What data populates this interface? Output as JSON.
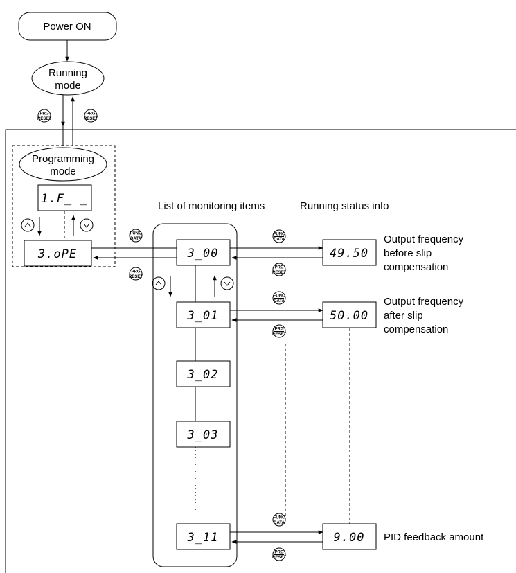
{
  "power_on": "Power ON",
  "running_mode": [
    "Running",
    "mode"
  ],
  "programming_mode": [
    "Programming",
    "mode"
  ],
  "list_title": "List of monitoring items",
  "status_title": "Running status info",
  "menu_displays": [
    "1.F_ _",
    "3.oPE"
  ],
  "monitor_items": [
    "3_00",
    "3_01",
    "3_02",
    "3_03",
    "3_11"
  ],
  "status_values": [
    "49.50",
    "50.00",
    "9.00"
  ],
  "status_descriptions": [
    [
      "Output frequency",
      "before slip",
      "compensation"
    ],
    [
      "Output frequency",
      "after slip",
      "compensation"
    ],
    [
      "PID feedback amount"
    ]
  ],
  "keys": {
    "prg": "PRG",
    "reset": "RESET",
    "func": "FUNC",
    "data": "DATA"
  }
}
